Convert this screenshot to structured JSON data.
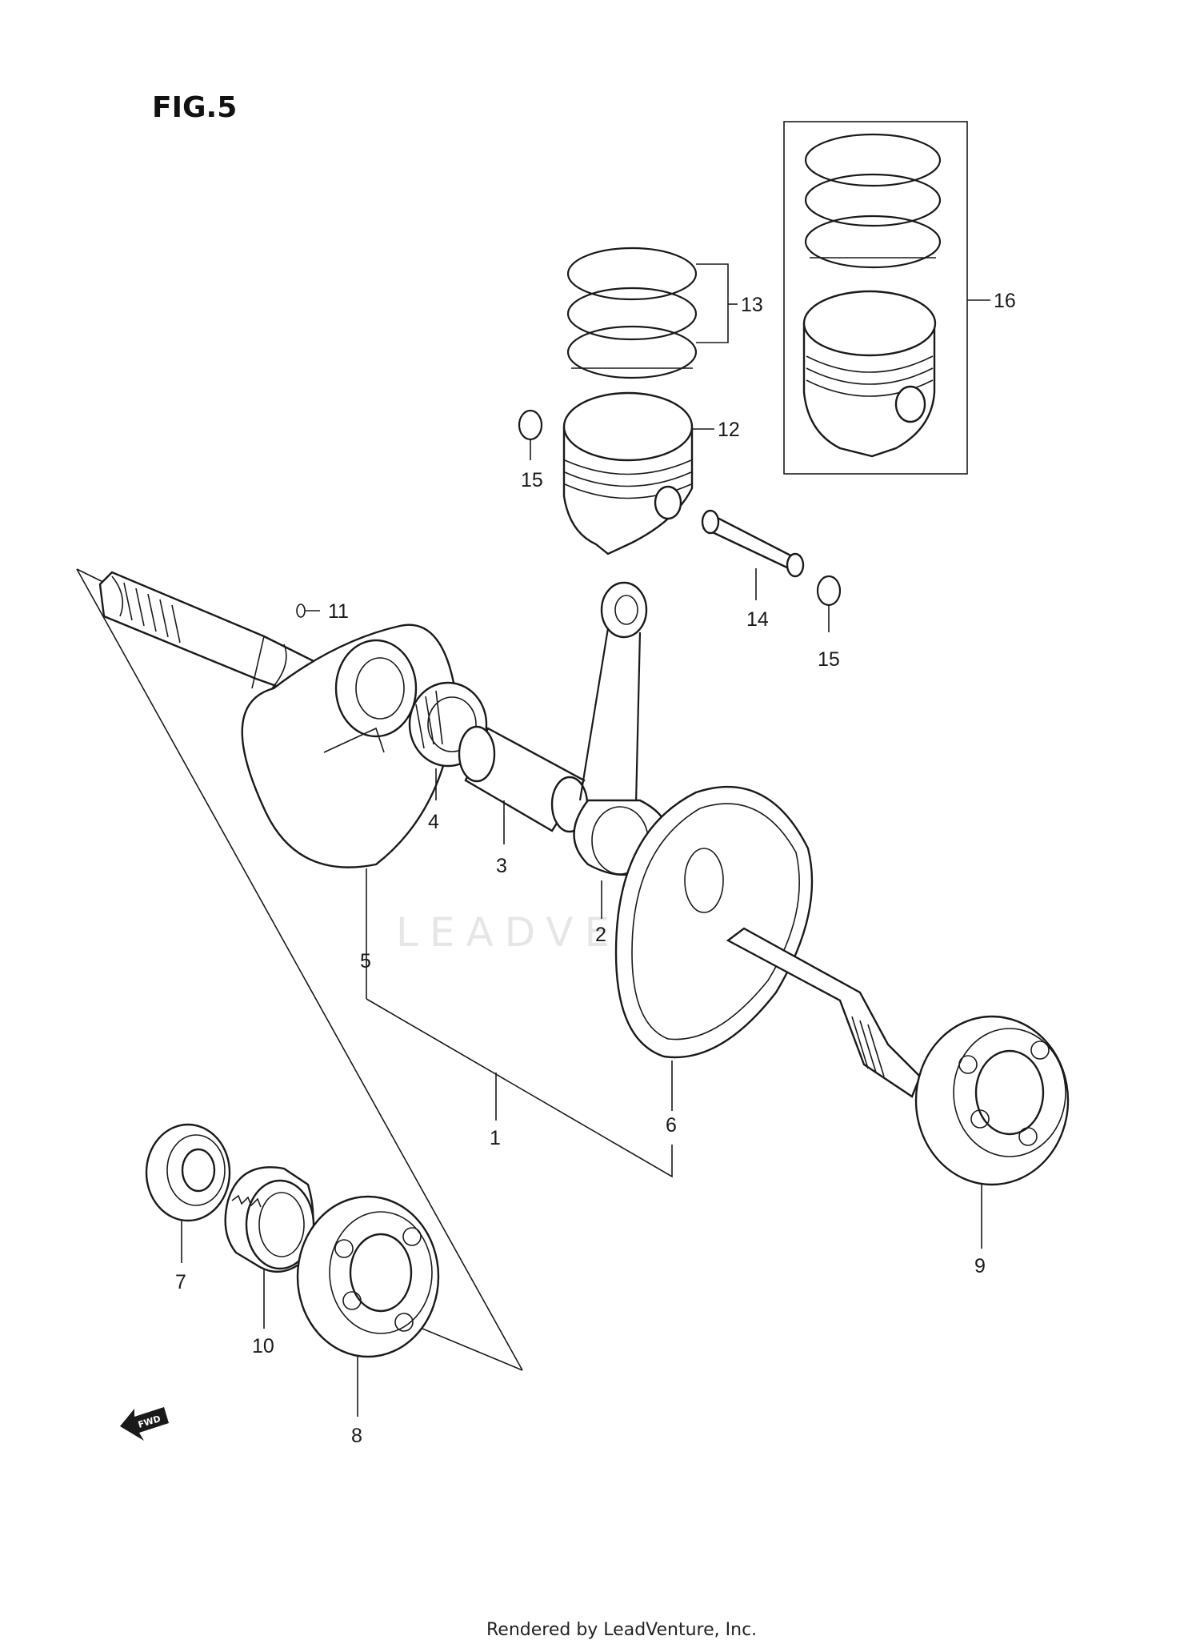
{
  "figure": {
    "title": "FIG.5"
  },
  "footer": {
    "text": "Rendered by LeadVenture, Inc."
  },
  "watermark": {
    "text": "LEADVENTURE"
  },
  "arrow": {
    "label": "FWD"
  },
  "callouts": {
    "c1": "1",
    "c2": "2",
    "c3": "3",
    "c4": "4",
    "c5": "5",
    "c6": "6",
    "c7": "7",
    "c8": "8",
    "c9": "9",
    "c10": "10",
    "c11": "11",
    "c12": "12",
    "c13": "13",
    "c14": "14",
    "c15a": "15",
    "c15b": "15",
    "c16": "16"
  }
}
